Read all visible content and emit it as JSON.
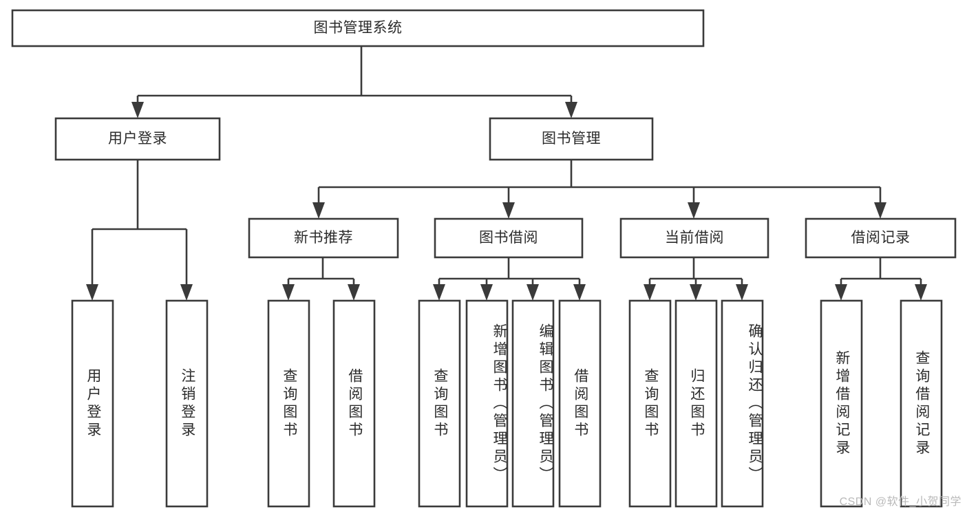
{
  "diagram": {
    "title": "图书管理系统",
    "type": "tree-hierarchy",
    "colors": {
      "stroke": "#3a3a3a",
      "box_fill": "#ffffff",
      "text": "#2b2b2b",
      "background": "#ffffff",
      "watermark": "#b9b9b9"
    },
    "levels": {
      "root": {
        "label": "图书管理系统"
      },
      "level2": [
        {
          "label": "用户登录"
        },
        {
          "label": "图书管理"
        }
      ],
      "level3": [
        {
          "label": "新书推荐"
        },
        {
          "label": "图书借阅"
        },
        {
          "label": "当前借阅"
        },
        {
          "label": "借阅记录"
        }
      ],
      "leaves": {
        "user_login": [
          {
            "label": "用户登录"
          },
          {
            "label": "注销登录"
          }
        ],
        "new_book_recommend": [
          {
            "label": "查询图书"
          },
          {
            "label": "借阅图书"
          }
        ],
        "book_borrow": [
          {
            "label": "查询图书"
          },
          {
            "label": "新增图书（管理员）"
          },
          {
            "label": "编辑图书（管理员）"
          },
          {
            "label": "借阅图书"
          }
        ],
        "current_borrow": [
          {
            "label": "查询图书"
          },
          {
            "label": "归还图书"
          },
          {
            "label": "确认归还（管理员）"
          }
        ],
        "borrow_record": [
          {
            "label": "新增借阅记录"
          },
          {
            "label": "查询借阅记录"
          }
        ]
      }
    }
  },
  "watermark": {
    "text": "CSDN @软件_小贺同学"
  }
}
